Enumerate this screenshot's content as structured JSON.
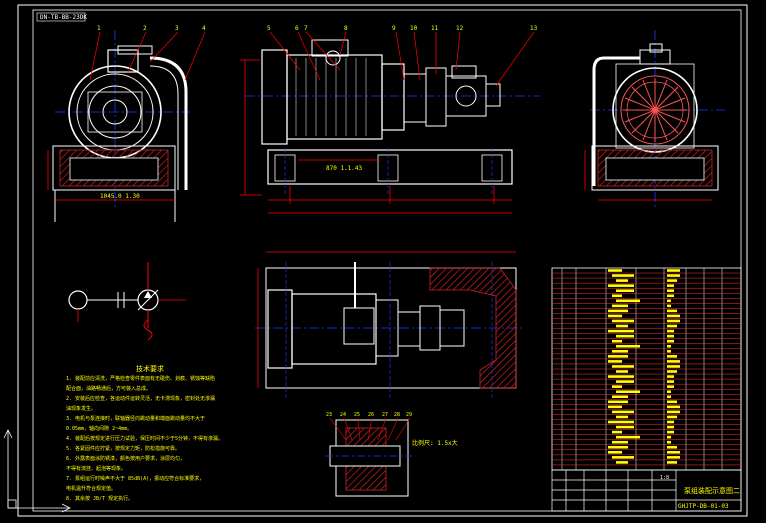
{
  "drawing": {
    "tag_top_left": "DN-TB-BB-23DK",
    "title_block_name": "泵组装配示意图二",
    "title_block_number": "GHJTP-DB-01-03",
    "scale": "1:8",
    "section_scale_note": "比例尺: 1.5x大",
    "dim_left_view": "1045.0 1.30",
    "dim_front_view": "870 1.1.43"
  },
  "balloons_left": [
    "1",
    "2",
    "3",
    "4"
  ],
  "balloons_front": [
    "5",
    "6",
    "7",
    "8",
    "9",
    "10",
    "11",
    "12",
    "13"
  ],
  "section_balloons": [
    "23",
    "24",
    "25",
    "26",
    "27",
    "28",
    "29"
  ],
  "tech_requirements": {
    "heading": "技术要求",
    "lines": [
      "1. 装配前应清洗，严格检查零件表面有无碰伤、划痕、锈蚀等缺陷",
      "   配合面，油路畅通后，方可装入总成。",
      "2. 安装后应检查，各运动件运转灵活，无卡滞现象，密封处无渗漏",
      "   油现象发生。",
      "3. 电机与泵连接时，联轴器径向跳动量和端面跳动量均不大于",
      "   0.05mm，轴向间隙 2~4mm。",
      "4. 装配后按规定进行压力试验，保压时间不少于5分钟，不得有渗漏。",
      "5. 各紧固件应拧紧，按规定力矩，防松措施可靠。",
      "6. 外露表面涂防锈漆，颜色按用户要求，涂层均匀，",
      "   不得有流挂、起泡等现象。",
      "7. 泵组运行时噪声不大于 85dB(A)，振动应符合标准要求，",
      "   电机温升符合规定值。",
      "8. 其余按 JB/T 规定执行。"
    ]
  },
  "colors": {
    "background": "#000000",
    "outline": "#ffffff",
    "dimension": "#ff0000",
    "centerline": "#1e3cff",
    "label": "#ffff00",
    "hatch": "#cc2222"
  }
}
